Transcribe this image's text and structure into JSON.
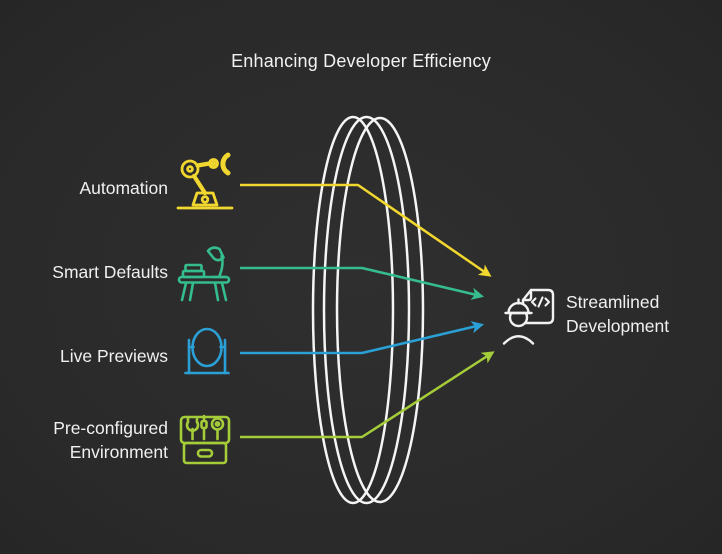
{
  "title": "Enhancing Developer Efficiency",
  "inputs": [
    {
      "label": "Automation",
      "icon": "robot-arm-icon",
      "color": "#f2d72e"
    },
    {
      "label": "Smart Defaults",
      "icon": "desk-lamp-icon",
      "color": "#35bd8d"
    },
    {
      "label": "Live Previews",
      "icon": "mirror-icon",
      "color": "#2aa0d6"
    },
    {
      "label": "Pre-configured Environment",
      "icon": "toolbox-icon",
      "color": "#a5cc39"
    }
  ],
  "output": {
    "label": "Streamlined Development",
    "icon": "engineer-code-doc-icon",
    "color": "#f2f2f2"
  },
  "lens": {
    "shape": "converging-lens",
    "color": "#f5f5f5"
  },
  "colors": {
    "background": "#2b2b2b",
    "text": "#f0f0f0"
  }
}
